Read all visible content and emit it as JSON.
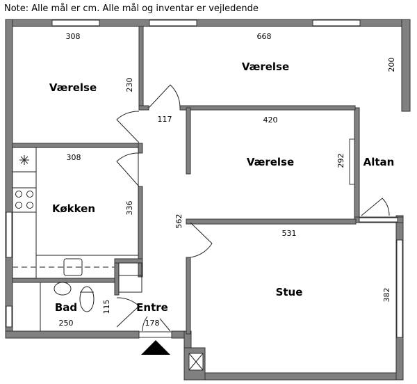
{
  "note": "Note: Alle mål er cm. Alle mål og inventar er vejledende",
  "rooms": {
    "bedroom1": {
      "label": "Værelse",
      "width": "308",
      "depth": "230"
    },
    "bedroom2": {
      "label": "Værelse",
      "width": "668",
      "depth": "200"
    },
    "bedroom3": {
      "label": "Værelse",
      "width": "420",
      "depth": "292"
    },
    "kitchen": {
      "label": "Køkken",
      "width": "308",
      "depth": "336"
    },
    "balcony": {
      "label": "Altan"
    },
    "living": {
      "label": "Stue",
      "width": "531",
      "depth": "382"
    },
    "bath": {
      "label": "Bad",
      "width": "250",
      "depth": "115"
    },
    "entry": {
      "label": "Entre",
      "width": "178"
    },
    "hallway": {
      "width": "117",
      "length": "562"
    }
  }
}
